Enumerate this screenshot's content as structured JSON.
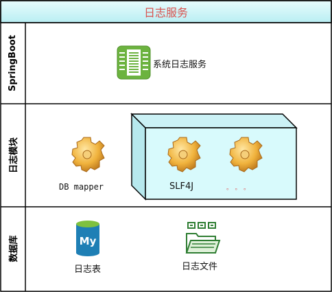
{
  "title": "日志服务",
  "lanes": [
    {
      "label": "SpringBoot"
    },
    {
      "label": "日志模块"
    },
    {
      "label": "数据库"
    }
  ],
  "springboot": {
    "service_label": "系统日志服务",
    "icon": "server-icon"
  },
  "log_module": {
    "db_mapper_label": "DB mapper",
    "slf4j_label": "SLF4J",
    "ellipsis": "。。。",
    "icon": "gear-icon"
  },
  "database": {
    "table_label": "日志表",
    "table_icon": "mysql-icon",
    "file_label": "日志文件",
    "file_icon": "folder-icon"
  },
  "colors": {
    "title_bar": "#c9f2f6",
    "title_text": "#d9534f",
    "box_front": "#d6f8fb",
    "server_green": "#6cb33f",
    "mysql_blue": "#1e7fb5",
    "folder_green": "#2e7d32"
  }
}
